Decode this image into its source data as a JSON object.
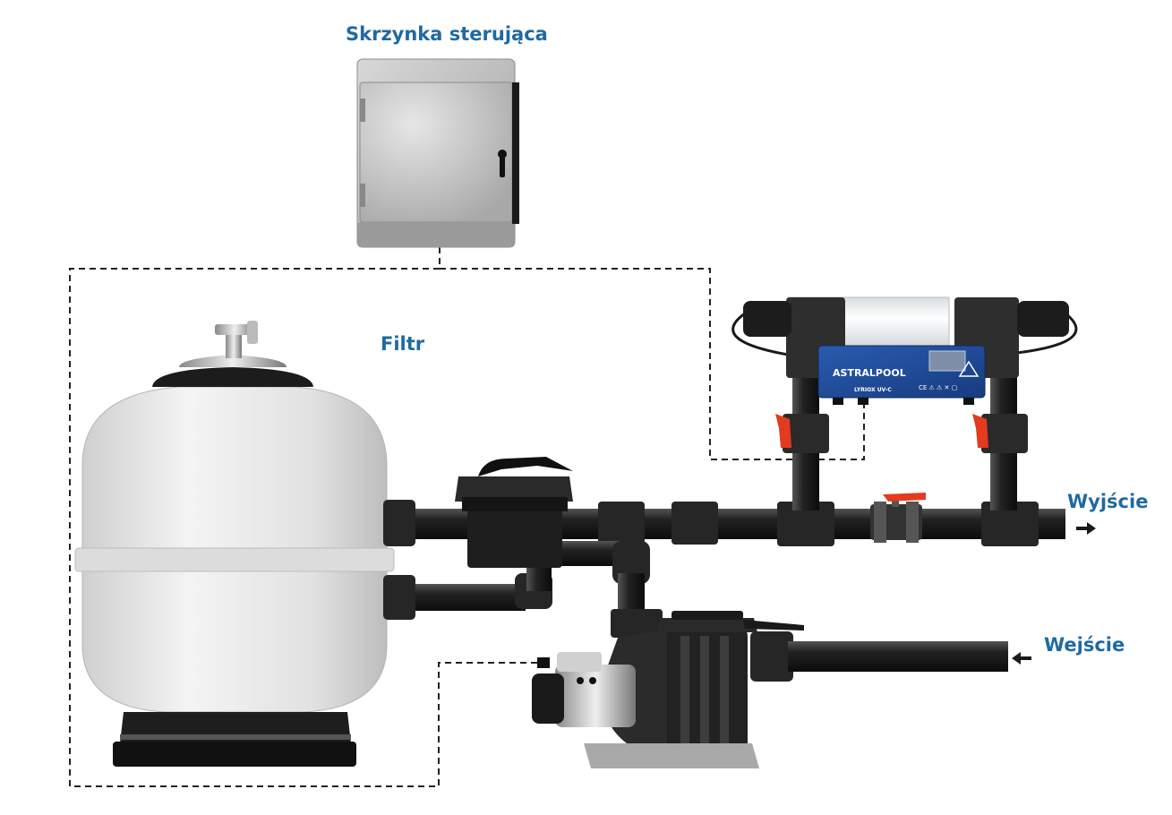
{
  "labels": {
    "control_box": "Skrzynka sterująca",
    "filter": "Filtr",
    "output": "Wyjście",
    "input": "Wejście"
  },
  "uv_unit": {
    "brand": "ASTRALPOOL",
    "model": "LYRIOX UV-C",
    "cert_marks": "CE ⚠ ⚠ ✕ ▢"
  },
  "colors": {
    "label": "#1f6aa0",
    "pipe": "#1c1c1c",
    "valve_handle": "#e23b1e",
    "uv_panel": "#1e4da0",
    "filter_tank": "#e8e8e8",
    "control_box": "#b8b8b8"
  }
}
